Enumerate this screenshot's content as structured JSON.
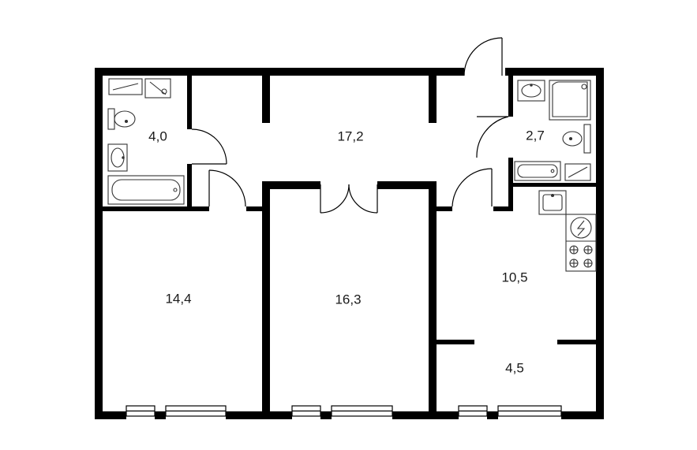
{
  "floorplan": {
    "rooms": [
      {
        "id": "bathroom-left",
        "area": "4,0"
      },
      {
        "id": "hallway",
        "area": "17,2"
      },
      {
        "id": "bathroom-right",
        "area": "2,7"
      },
      {
        "id": "bedroom-left",
        "area": "14,4"
      },
      {
        "id": "living-room",
        "area": "16,3"
      },
      {
        "id": "kitchen",
        "area": "10,5"
      },
      {
        "id": "dining-area",
        "area": "4,5"
      }
    ],
    "colors": {
      "wall": "#000000",
      "fixture": "#333333",
      "background": "#ffffff"
    },
    "icons": [
      "bathtub-icon",
      "toilet-icon",
      "sink-icon",
      "shower-icon",
      "washing-machine-icon",
      "stove-icon",
      "door-swing-icon",
      "window-icon",
      "entrance-door-icon"
    ]
  }
}
